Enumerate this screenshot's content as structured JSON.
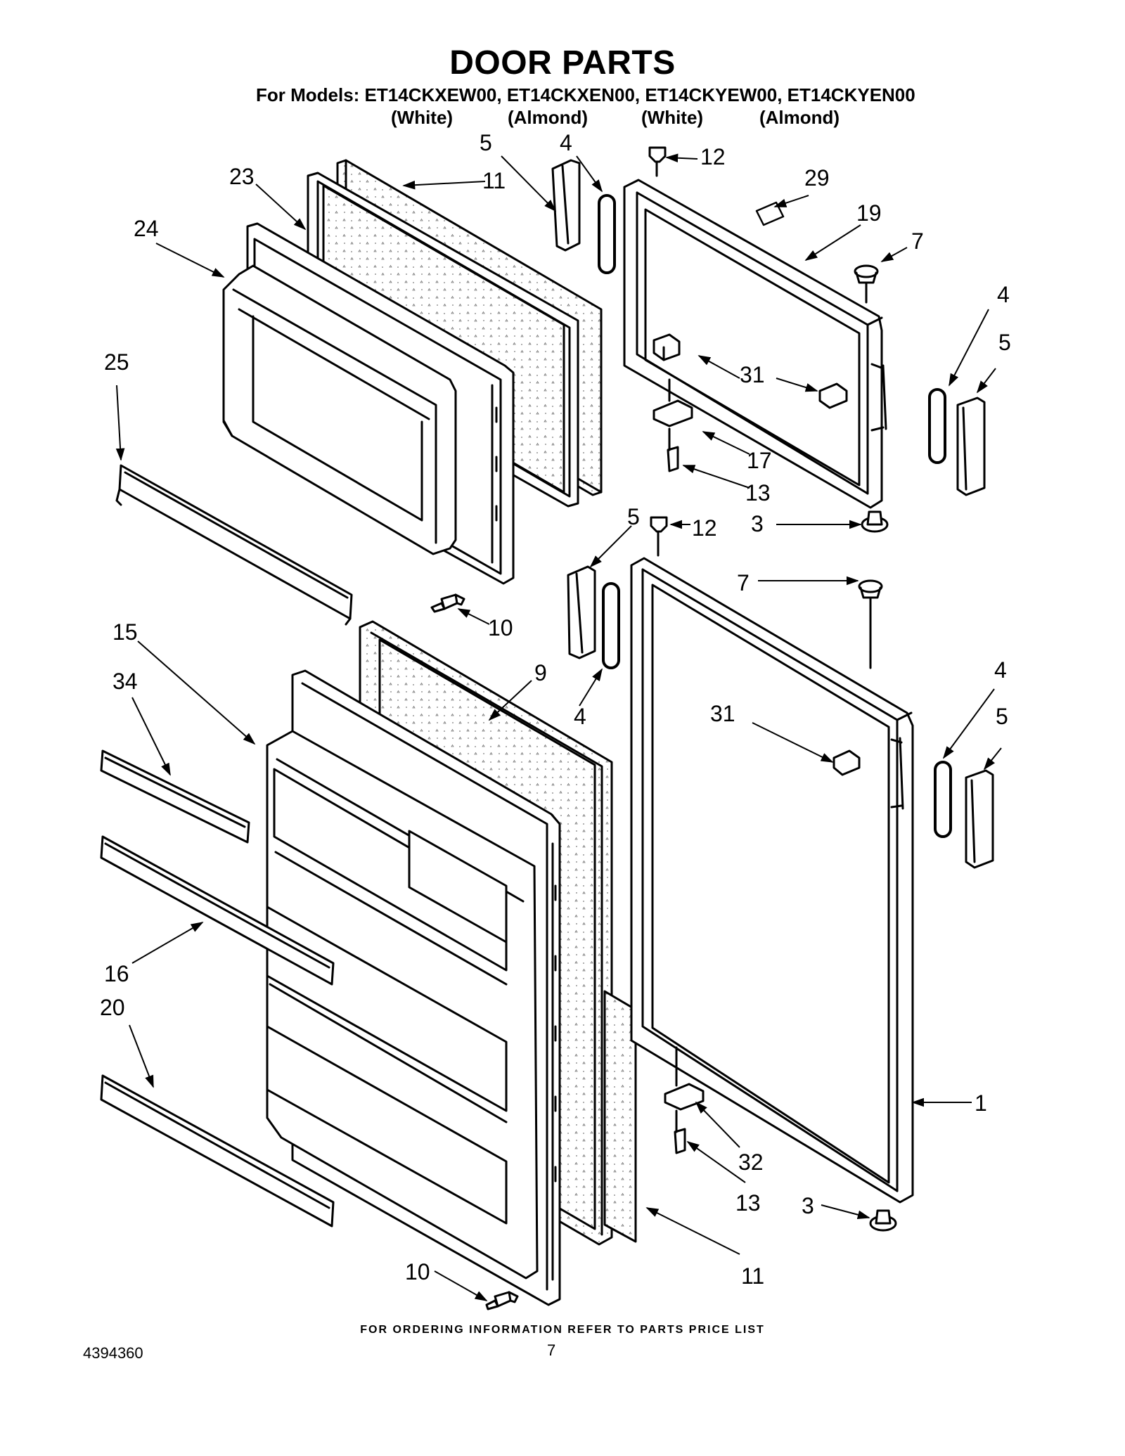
{
  "header": {
    "title": "DOOR PARTS",
    "models_line": "For Models: ET14CKXEW00, ET14CKXEN00, ET14CKYEW00, ET14CKYEN00",
    "colors": [
      "(White)",
      "(Almond)",
      "(White)",
      "(Almond)"
    ]
  },
  "callouts": {
    "c1": "1",
    "c3a": "3",
    "c3b": "3",
    "c4a": "4",
    "c4b": "4",
    "c4c": "4",
    "c4d": "4",
    "c5a": "5",
    "c5b": "5",
    "c5c": "5",
    "c5d": "5",
    "c7a": "7",
    "c7b": "7",
    "c9": "9",
    "c10a": "10",
    "c10b": "10",
    "c11a": "11",
    "c11b": "11",
    "c12a": "12",
    "c12b": "12",
    "c13a": "13",
    "c13b": "13",
    "c15": "15",
    "c16": "16",
    "c17": "17",
    "c19": "19",
    "c20": "20",
    "c23": "23",
    "c24": "24",
    "c25": "25",
    "c29": "29",
    "c31a": "31",
    "c31b": "31",
    "c32": "32",
    "c34": "34"
  },
  "footer": {
    "note": "FOR ORDERING INFORMATION REFER TO PARTS PRICE LIST",
    "doc_number": "4394360",
    "page": "7"
  }
}
